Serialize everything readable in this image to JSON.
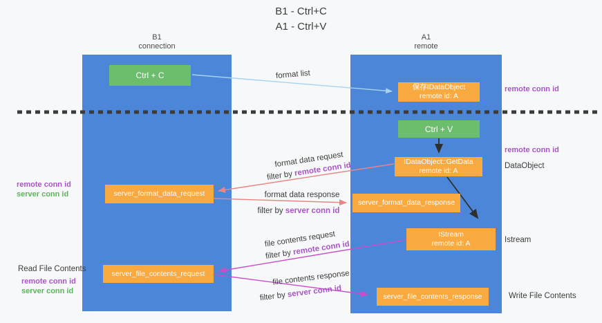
{
  "title": {
    "line1": "B1 - Ctrl+C",
    "line2": "A1 - Ctrl+V"
  },
  "lanes": {
    "left": {
      "name": "B1",
      "role": "connection"
    },
    "right": {
      "name": "A1",
      "role": "remote"
    }
  },
  "boxes": {
    "ctrl_c": {
      "label": "Ctrl + C"
    },
    "ctrl_v": {
      "label": "Ctrl + V"
    },
    "save_idataobject": {
      "line1": "保存IDataObject",
      "line2": "remote id: A"
    },
    "getdata": {
      "line1": "IDataObject::GetData",
      "line2": "remote id: A"
    },
    "istream": {
      "line1": "IStream",
      "line2": "remote id: A"
    },
    "server_format_data_request": {
      "label": "server_format_data_request"
    },
    "server_format_data_response": {
      "label": "server_format_data_response"
    },
    "server_file_contents_request": {
      "label": "server_file_contents_request"
    },
    "server_file_contents_response": {
      "label": "server_file_contents_response"
    }
  },
  "flow_labels": {
    "format_list": "format list",
    "format_data_request": "format data request",
    "format_data_response": "format data response",
    "file_contents_request": "file contents request",
    "file_contents_response": "file contents response",
    "filter_by": "filter by ",
    "remote_conn_id": "remote conn id",
    "server_conn_id": "server conn id"
  },
  "side_labels": {
    "remote_conn_id": "remote conn id",
    "server_conn_id": "server conn id",
    "dataobject": "DataObject",
    "istream": "Istream",
    "read_file_contents": "Read File Contents",
    "write_file_contents": "Write File Contents"
  },
  "colors": {
    "lane_blue": "#4c86d8",
    "box_orange": "#f8a93f",
    "box_green": "#6cbe6d",
    "arrow_light_blue": "#a6d2f0",
    "arrow_salmon": "#e88585",
    "arrow_magenta": "#c750c8",
    "arrow_black": "#2f2f2f",
    "label_purple": "#a855c8",
    "label_green": "#5ab55a",
    "dashed_line": "#3b3b3b",
    "background": "#f7f8f9"
  }
}
